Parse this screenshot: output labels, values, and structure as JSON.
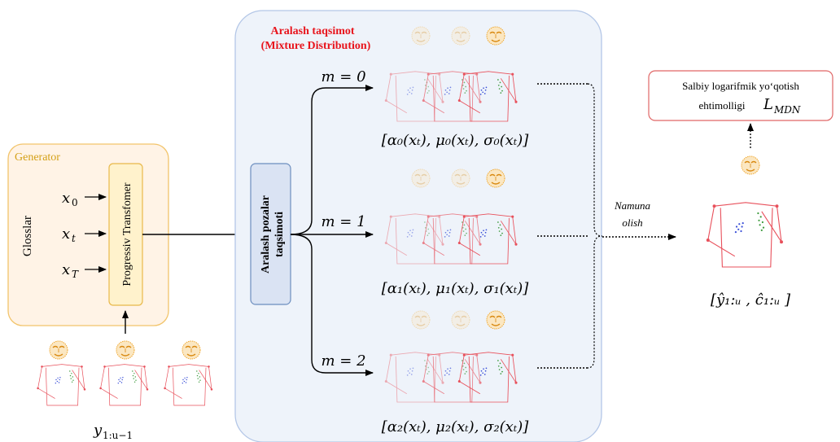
{
  "generator": {
    "title": "Generator",
    "glosses_label": "Glosslar",
    "inputs": [
      "x",
      "x",
      "x"
    ],
    "input_subs": [
      "0",
      "t",
      "T"
    ],
    "transformer_label": "Progressiv Transfomer",
    "history_label": "y",
    "history_sub": "1:u−1"
  },
  "mixture": {
    "title_uz": "Aralash taqsimot",
    "title_en": "(Mixture Distribution)",
    "pose_box_line1": "Aralash pozalar",
    "pose_box_line2": "taqsimoti",
    "components": [
      {
        "label": "m = 0",
        "params": "[α₀(xₜ), μ₀(xₜ), σ₀(xₜ)]"
      },
      {
        "label": "m = 1",
        "params": "[α₁(xₜ), μ₁(xₜ), σ₁(xₜ)]"
      },
      {
        "label": "m = 2",
        "params": "[α₂(xₜ), μ₂(xₜ), σ₂(xₜ)]"
      }
    ]
  },
  "sampling": {
    "line1": "Namuna",
    "line2": "olish"
  },
  "loss": {
    "line1": "Salbiy logarifmik yo‘qotish",
    "line2": "ehtimolligi",
    "symbol": "L",
    "symbol_sub": "MDN"
  },
  "output": {
    "label": "[ŷ₁:ᵤ , ĉ₁:ᵤ ]"
  },
  "colors": {
    "generator_border": "#f2c46b",
    "generator_fill": "#fff3e6",
    "generator_title": "#d4a017",
    "transformer_fill": "#fff2cc",
    "transformer_border": "#e8b84a",
    "mixture_fill": "#eef3fa",
    "mixture_border": "#b4c7e7",
    "mixture_title": "#e8141c",
    "pose_box_fill": "#dae3f3",
    "pose_box_border": "#6c8ebf",
    "loss_border": "#e06666",
    "skeleton": "#e8505b",
    "hand_blue": "#3a4fd8",
    "hand_green": "#3c9a3c",
    "face": "#f0a830"
  }
}
